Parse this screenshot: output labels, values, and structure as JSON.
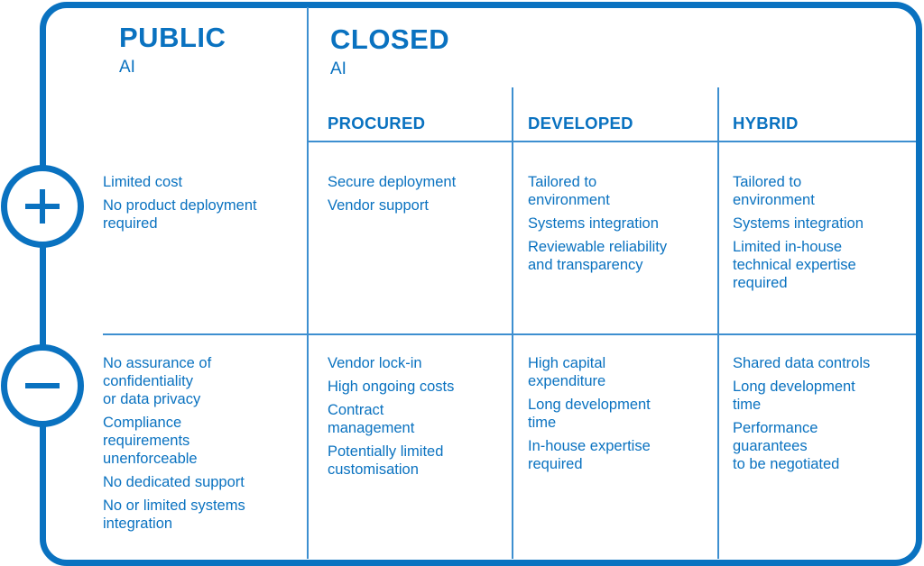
{
  "public": {
    "title": "PUBLIC",
    "subtitle": "AI"
  },
  "closed": {
    "title": "CLOSED",
    "subtitle": "AI"
  },
  "columns": [
    "PROCURED",
    "DEVELOPED",
    "HYBRID"
  ],
  "rows": {
    "plus": {
      "icon": "plus-icon",
      "public": [
        "Limited cost",
        "No product deployment\nrequired"
      ],
      "procured": [
        "Secure deployment",
        "Vendor support"
      ],
      "developed": [
        "Tailored to\nenvironment",
        "Systems integration",
        "Reviewable reliability\nand transparency"
      ],
      "hybrid": [
        "Tailored to\nenvironment",
        "Systems integration",
        "Limited in-house\ntechnical expertise\nrequired"
      ]
    },
    "minus": {
      "icon": "minus-icon",
      "public": [
        "No assurance of\nconfidentiality\nor data privacy",
        "Compliance\nrequirements\nunenforceable",
        "No dedicated support",
        "No or limited systems\nintegration"
      ],
      "procured": [
        "Vendor lock-in",
        "High ongoing costs",
        "Contract\nmanagement",
        "Potentially limited\ncustomisation"
      ],
      "developed": [
        "High capital\nexpenditure",
        "Long development\ntime",
        "In-house expertise\nrequired"
      ],
      "hybrid": [
        "Shared data controls",
        "Long development\ntime",
        "Performance\nguarantees\nto be negotiated"
      ]
    }
  },
  "colors": {
    "accent": "#0a72c0",
    "divider": "#3d8fd0"
  }
}
